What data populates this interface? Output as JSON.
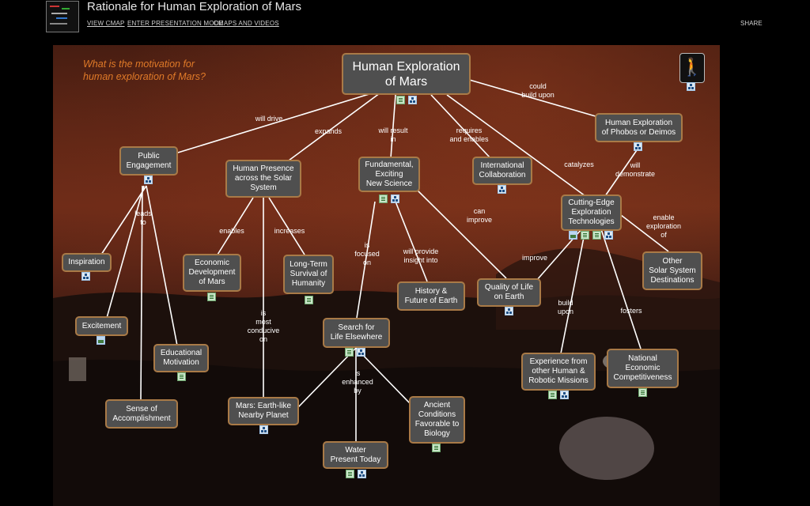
{
  "header": {
    "title": "Rationale for Human Exploration of Mars",
    "links": [
      "VIEW CMAP",
      "ENTER PRESENTATION MODE",
      "CMAPS AND VIDEOS"
    ],
    "share": "SHARE"
  },
  "question": [
    "What is the motivation for",
    "human exploration of Mars?"
  ],
  "nodes": {
    "human_exploration": [
      "Human  Exploration",
      "of Mars"
    ],
    "public_engagement": [
      "Public",
      "Engagement"
    ],
    "human_presence": [
      "Human Presence",
      "across the Solar",
      "System"
    ],
    "fundamental_science": [
      "Fundamental,",
      "Exciting",
      "New Science"
    ],
    "international": [
      "International",
      "Collaboration"
    ],
    "phobos_deimos": [
      "Human Exploration",
      "of Phobos or Deimos"
    ],
    "cutting_edge": [
      "Cutting-Edge",
      "Exploration",
      "Technologies"
    ],
    "inspiration": [
      "Inspiration"
    ],
    "excitement": [
      "Excitement"
    ],
    "educational": [
      "Educational",
      "Motivation"
    ],
    "sense": [
      "Sense of",
      "Accomplishment"
    ],
    "economic_dev": [
      "Economic",
      "Development",
      "of Mars"
    ],
    "long_term": [
      "Long-Term",
      "Survival  of",
      "Humanity"
    ],
    "search_life": [
      "Search for",
      "Life Elsewhere"
    ],
    "history": [
      "History &",
      "Future of Earth"
    ],
    "quality_life": [
      "Quality of Life",
      "on Earth"
    ],
    "other_ss": [
      "Other",
      "Solar System",
      "Destinations"
    ],
    "experience": [
      "Experience from",
      "other Human &",
      "Robotic Missions"
    ],
    "national": [
      "National",
      "Economic",
      "Competitiveness"
    ],
    "mars_earthlike": [
      "Mars: Earth-like",
      "Nearby Planet"
    ],
    "ancient": [
      "Ancient",
      "Conditions",
      "Favorable to",
      "Biology"
    ],
    "water": [
      "Water",
      "Present Today"
    ]
  },
  "links": {
    "will_drive": [
      "will drive"
    ],
    "expands": [
      "expands"
    ],
    "will_result_in": [
      "will result",
      "in"
    ],
    "requires": [
      "requires",
      "and enables"
    ],
    "could_build": [
      "could",
      "build upon"
    ],
    "catalyzes": [
      "catalyzes"
    ],
    "will_demonstrate": [
      "will",
      "demonstrate"
    ],
    "leads_to": [
      "leads",
      "to"
    ],
    "enables": [
      "enables"
    ],
    "increases": [
      "increases"
    ],
    "is_most": [
      "is",
      "most",
      "conducive",
      "on"
    ],
    "is_focused": [
      "is",
      "focused",
      "on"
    ],
    "will_provide": [
      "will provide",
      "insight into"
    ],
    "can_improve": [
      "can",
      "improve"
    ],
    "enable_other": [
      "enable",
      "exploration",
      "of"
    ],
    "improve": [
      "improve"
    ],
    "build_upon": [
      "build",
      "upon"
    ],
    "fosters": [
      "fosters"
    ],
    "is_enhanced": [
      "is",
      "enhanced",
      "by"
    ]
  },
  "colors": {
    "node_bg": "#4f4f4f",
    "node_border": "#a97a47",
    "question": "#e07a28",
    "line": "#ffffff"
  }
}
